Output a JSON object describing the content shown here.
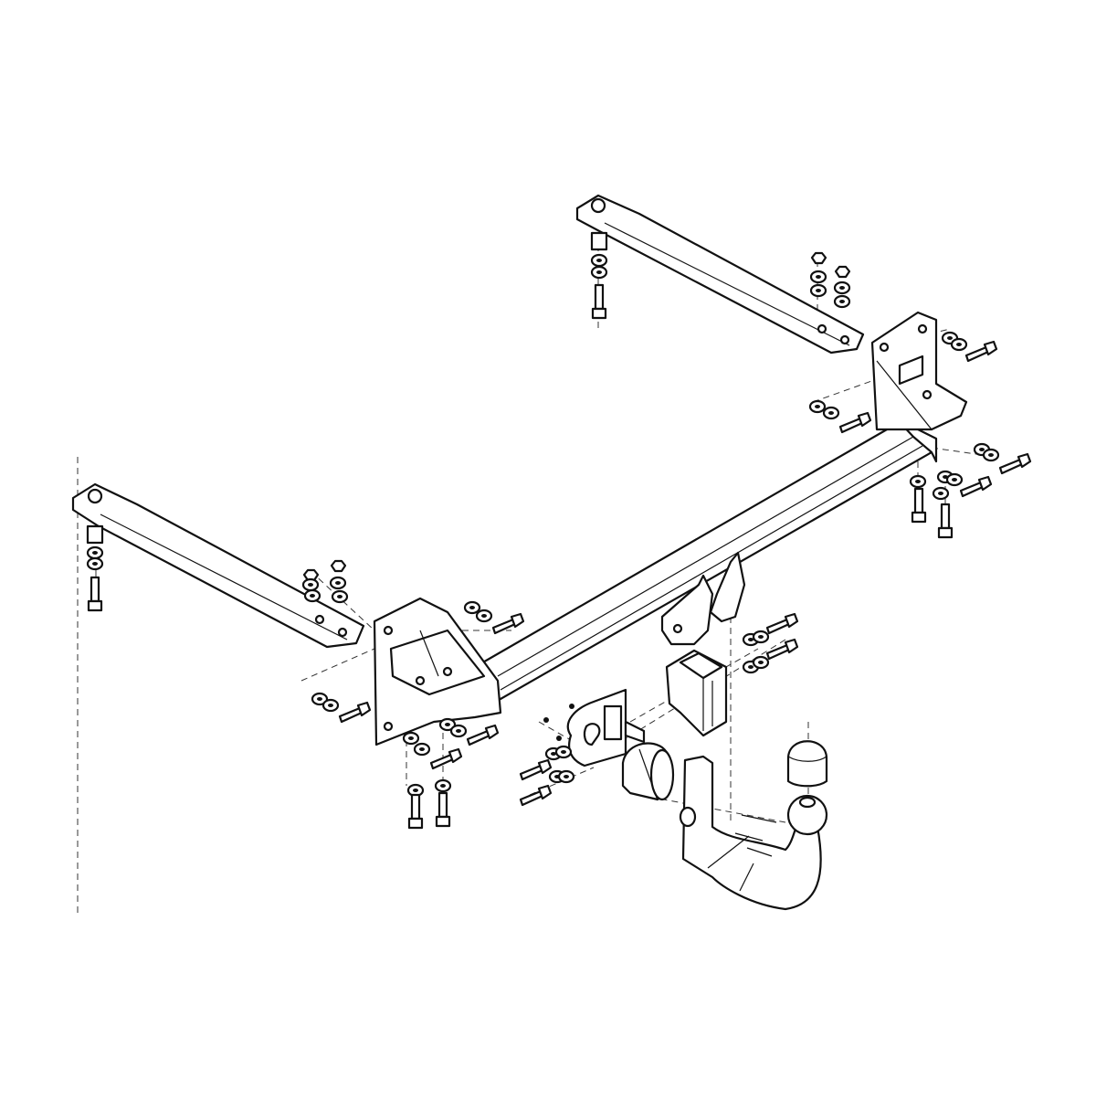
{
  "diagram": {
    "type": "exploded-assembly-line-drawing",
    "subject_icon": "tow-bar-assembly",
    "colors": {
      "line": "#111111",
      "background": "#ffffff",
      "fill": "#ffffff"
    },
    "parts": [
      "right-mounting-arm",
      "left-mounting-arm",
      "main-crossbar",
      "left-side-bracket",
      "right-side-bracket",
      "tow-hook-holder",
      "electrical-socket-plate",
      "electrical-socket",
      "tow-ball-neck",
      "tow-ball",
      "tow-ball-cap",
      "bolts",
      "washers",
      "nuts"
    ]
  }
}
